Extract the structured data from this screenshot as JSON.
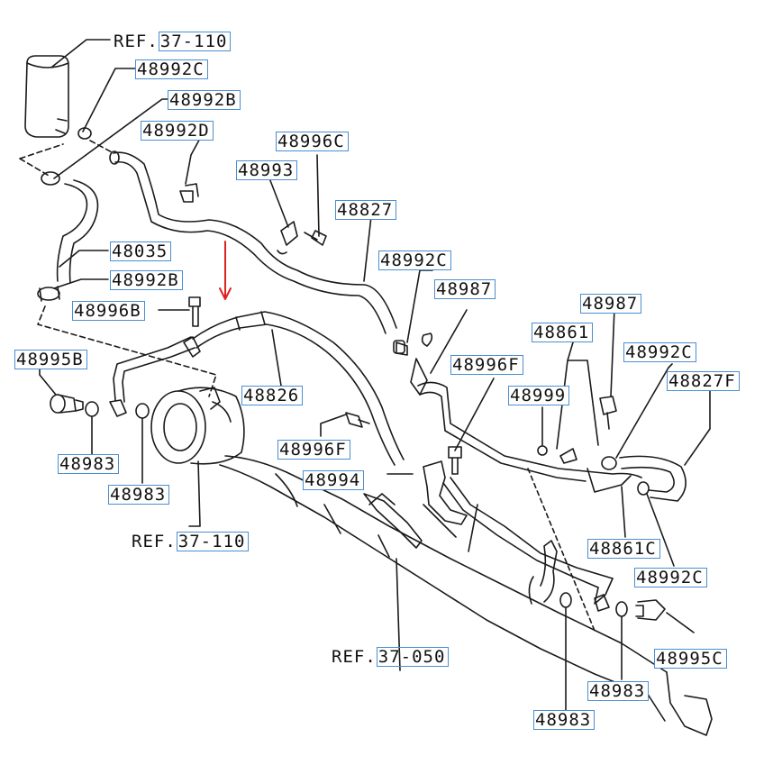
{
  "colors": {
    "line": "#1a1a1a",
    "label_border": "#4a8fd0",
    "marker": "#dd2222"
  },
  "refs": {
    "top": {
      "prefix": "REF.",
      "number": "37-110"
    },
    "pump": {
      "prefix": "REF.",
      "number": "37-110"
    },
    "gear": {
      "prefix": "REF.",
      "number": "37-050"
    }
  },
  "parts": {
    "p48992C_a": "48992C",
    "p48992B_a": "48992B",
    "p48992D": "48992D",
    "p48996C": "48996C",
    "p48993": "48993",
    "p48827": "48827",
    "p48035": "48035",
    "p48992C_b": "48992C",
    "p48992B_b": "48992B",
    "p48987_a": "48987",
    "p48996B": "48996B",
    "p48987_b": "48987",
    "p48861": "48861",
    "p48995B": "48995B",
    "p48996F_a": "48996F",
    "p48992C_c": "48992C",
    "p48999": "48999",
    "p48827F": "48827F",
    "p48826": "48826",
    "p48983_a": "48983",
    "p48996F_b": "48996F",
    "p48994": "48994",
    "p48983_b": "48983",
    "p48861C": "48861C",
    "p48992C_d": "48992C",
    "p48995C": "48995C",
    "p48983_c": "48983",
    "p48983_d": "48983"
  }
}
